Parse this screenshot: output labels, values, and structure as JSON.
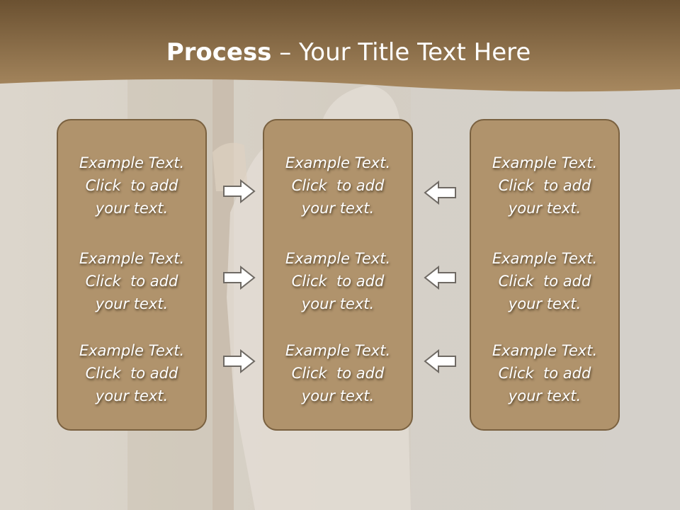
{
  "title": {
    "bold": "Process",
    "rest": " – Your Title Text Here"
  },
  "panels": [
    {
      "blocks": [
        {
          "line1": "Example Text.",
          "line2": "Click  to add",
          "line3": "your text."
        },
        {
          "line1": "Example Text.",
          "line2": "Click  to add",
          "line3": "your text."
        },
        {
          "line1": "Example Text.",
          "line2": "Click  to add",
          "line3": "your text."
        }
      ]
    },
    {
      "blocks": [
        {
          "line1": "Example Text.",
          "line2": "Click  to add",
          "line3": "your text."
        },
        {
          "line1": "Example Text.",
          "line2": "Click  to add",
          "line3": "your text."
        },
        {
          "line1": "Example Text.",
          "line2": "Click  to add",
          "line3": "your text."
        }
      ]
    },
    {
      "blocks": [
        {
          "line1": "Example Text.",
          "line2": "Click  to add",
          "line3": "your text."
        },
        {
          "line1": "Example Text.",
          "line2": "Click  to add",
          "line3": "your text."
        },
        {
          "line1": "Example Text.",
          "line2": "Click  to add",
          "line3": "your text."
        }
      ]
    }
  ],
  "colors": {
    "header": "#8a6c45",
    "panel": "#b0936c",
    "panel_border": "#7a6140",
    "text": "#ffffff"
  },
  "icons": {
    "left_arrows": "right-arrow-icon",
    "right_arrows": "left-arrow-icon"
  }
}
